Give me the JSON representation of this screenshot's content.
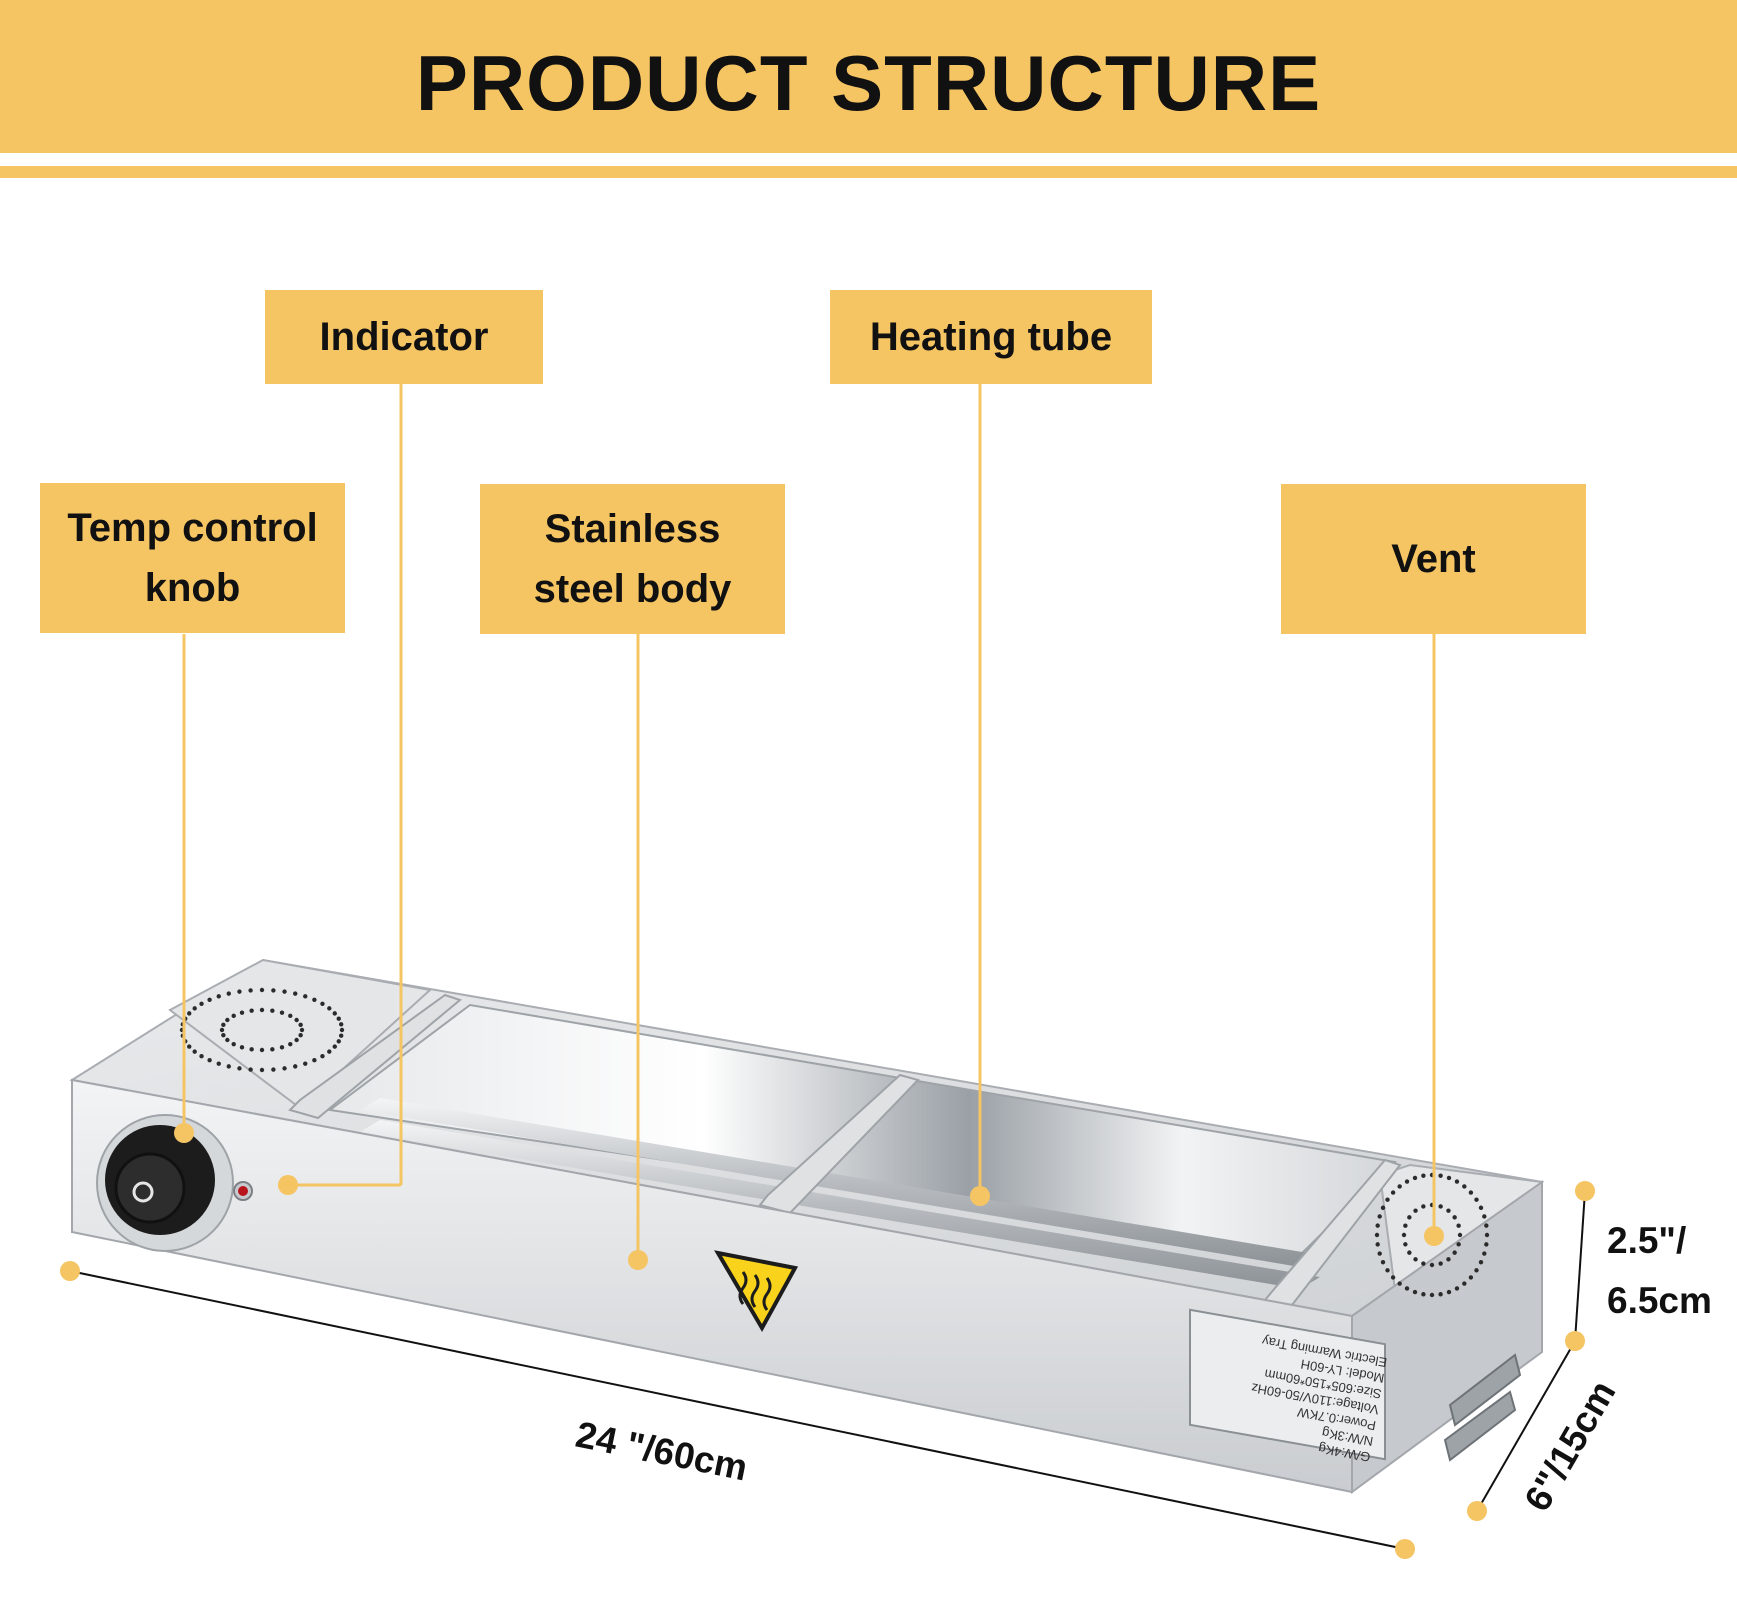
{
  "title": "PRODUCT STRUCTURE",
  "labels": {
    "indicator": "Indicator",
    "heating_tube": "Heating tube",
    "temp_control_knob_line1": "Temp control",
    "temp_control_knob_line2": "knob",
    "stainless_body_line1": "Stainless",
    "stainless_body_line2": "steel body",
    "vent": "Vent"
  },
  "dimensions": {
    "length": "24 \"/60cm",
    "height_line1": "2.5\"/",
    "height_line2": "6.5cm",
    "depth": "6\"/15cm"
  },
  "nameplate": {
    "line1": "Electric Warming Tray",
    "line2": "Model: LY-60H",
    "line3": "Size:605*150*60mm",
    "line4": "Voltage:110V/50-60Hz",
    "line5": "Power:0.7KW",
    "line6": "N/W:3Kg",
    "line7": "G/W:4Kg"
  },
  "colors": {
    "accent": "#F5C463",
    "text": "#111111",
    "steel": "#D9DCDF"
  }
}
